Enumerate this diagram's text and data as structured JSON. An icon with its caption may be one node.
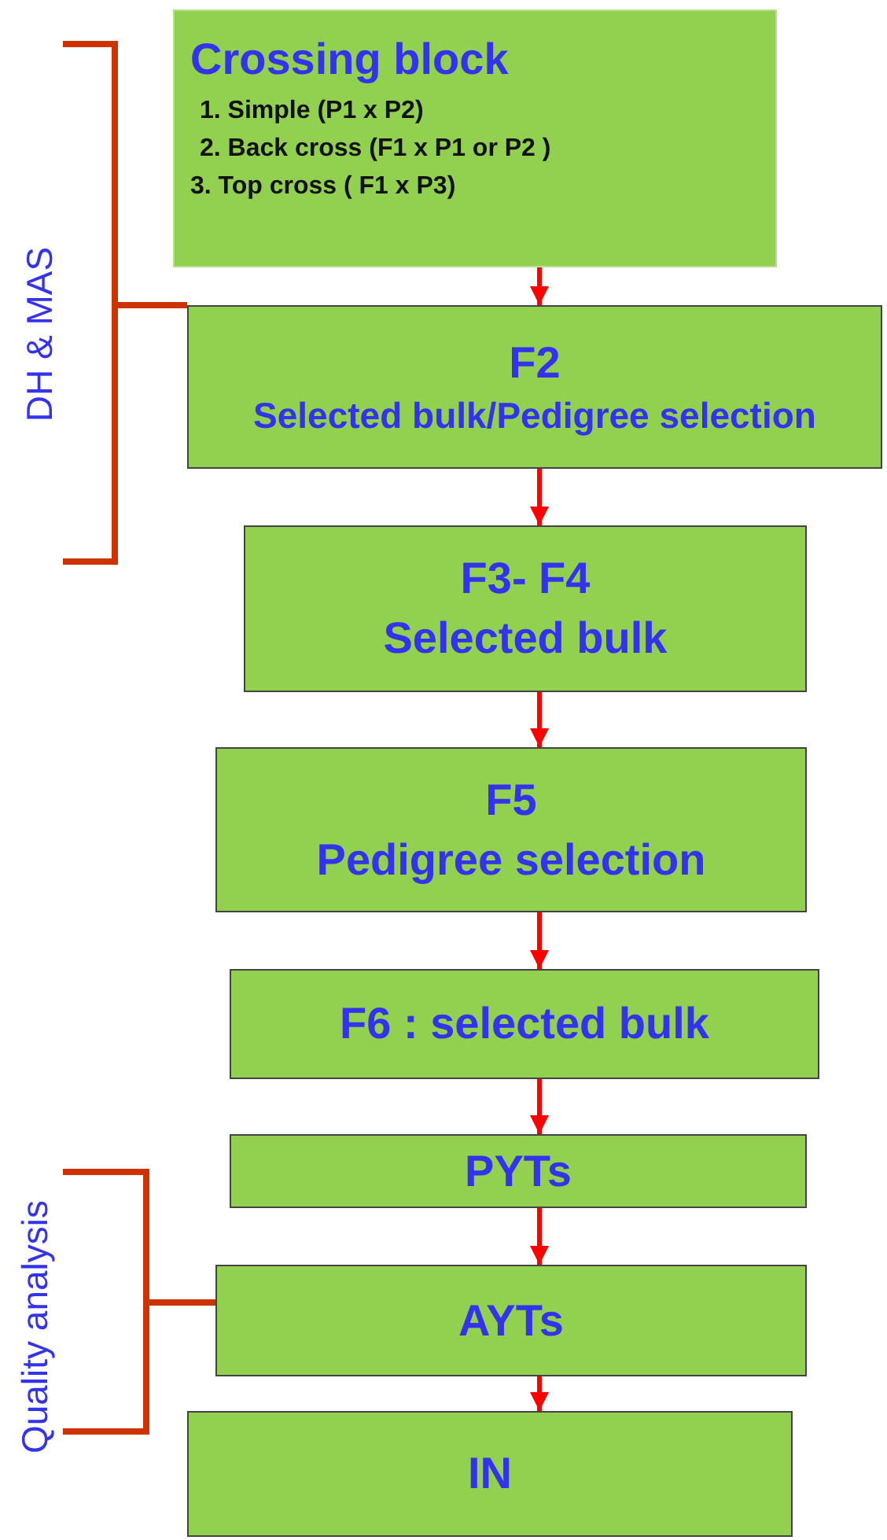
{
  "diagram": {
    "nodes": [
      {
        "text": [
          "Crossing block",
          "1. Simple  (P1 x P2)",
          "2. Back cross (F1 x P1 or P2 )",
          "3. Top cross ( F1 x P3)"
        ]
      },
      {
        "text": [
          "F2",
          "Selected bulk/Pedigree selection"
        ]
      },
      {
        "text": [
          "F3- F4",
          "Selected bulk"
        ]
      },
      {
        "text": [
          "F5",
          "Pedigree selection"
        ]
      },
      {
        "text": [
          "F6 : selected bulk"
        ]
      },
      {
        "text": [
          "PYTs"
        ]
      },
      {
        "text": [
          "AYTs"
        ]
      },
      {
        "text": [
          "IN"
        ]
      }
    ],
    "edges": [
      {
        "from": 0,
        "to": 1,
        "arrow": "to"
      },
      {
        "from": 1,
        "to": 2,
        "arrow": "to"
      },
      {
        "from": 2,
        "to": 3,
        "arrow": "to"
      },
      {
        "from": 3,
        "to": 4,
        "arrow": "to"
      },
      {
        "from": 4,
        "to": 5,
        "arrow": "to"
      },
      {
        "from": 5,
        "to": 6,
        "arrow": "to"
      },
      {
        "from": 6,
        "to": 7,
        "arrow": "to"
      }
    ],
    "labels": [
      "DH & MAS",
      "Quality analysis"
    ]
  }
}
